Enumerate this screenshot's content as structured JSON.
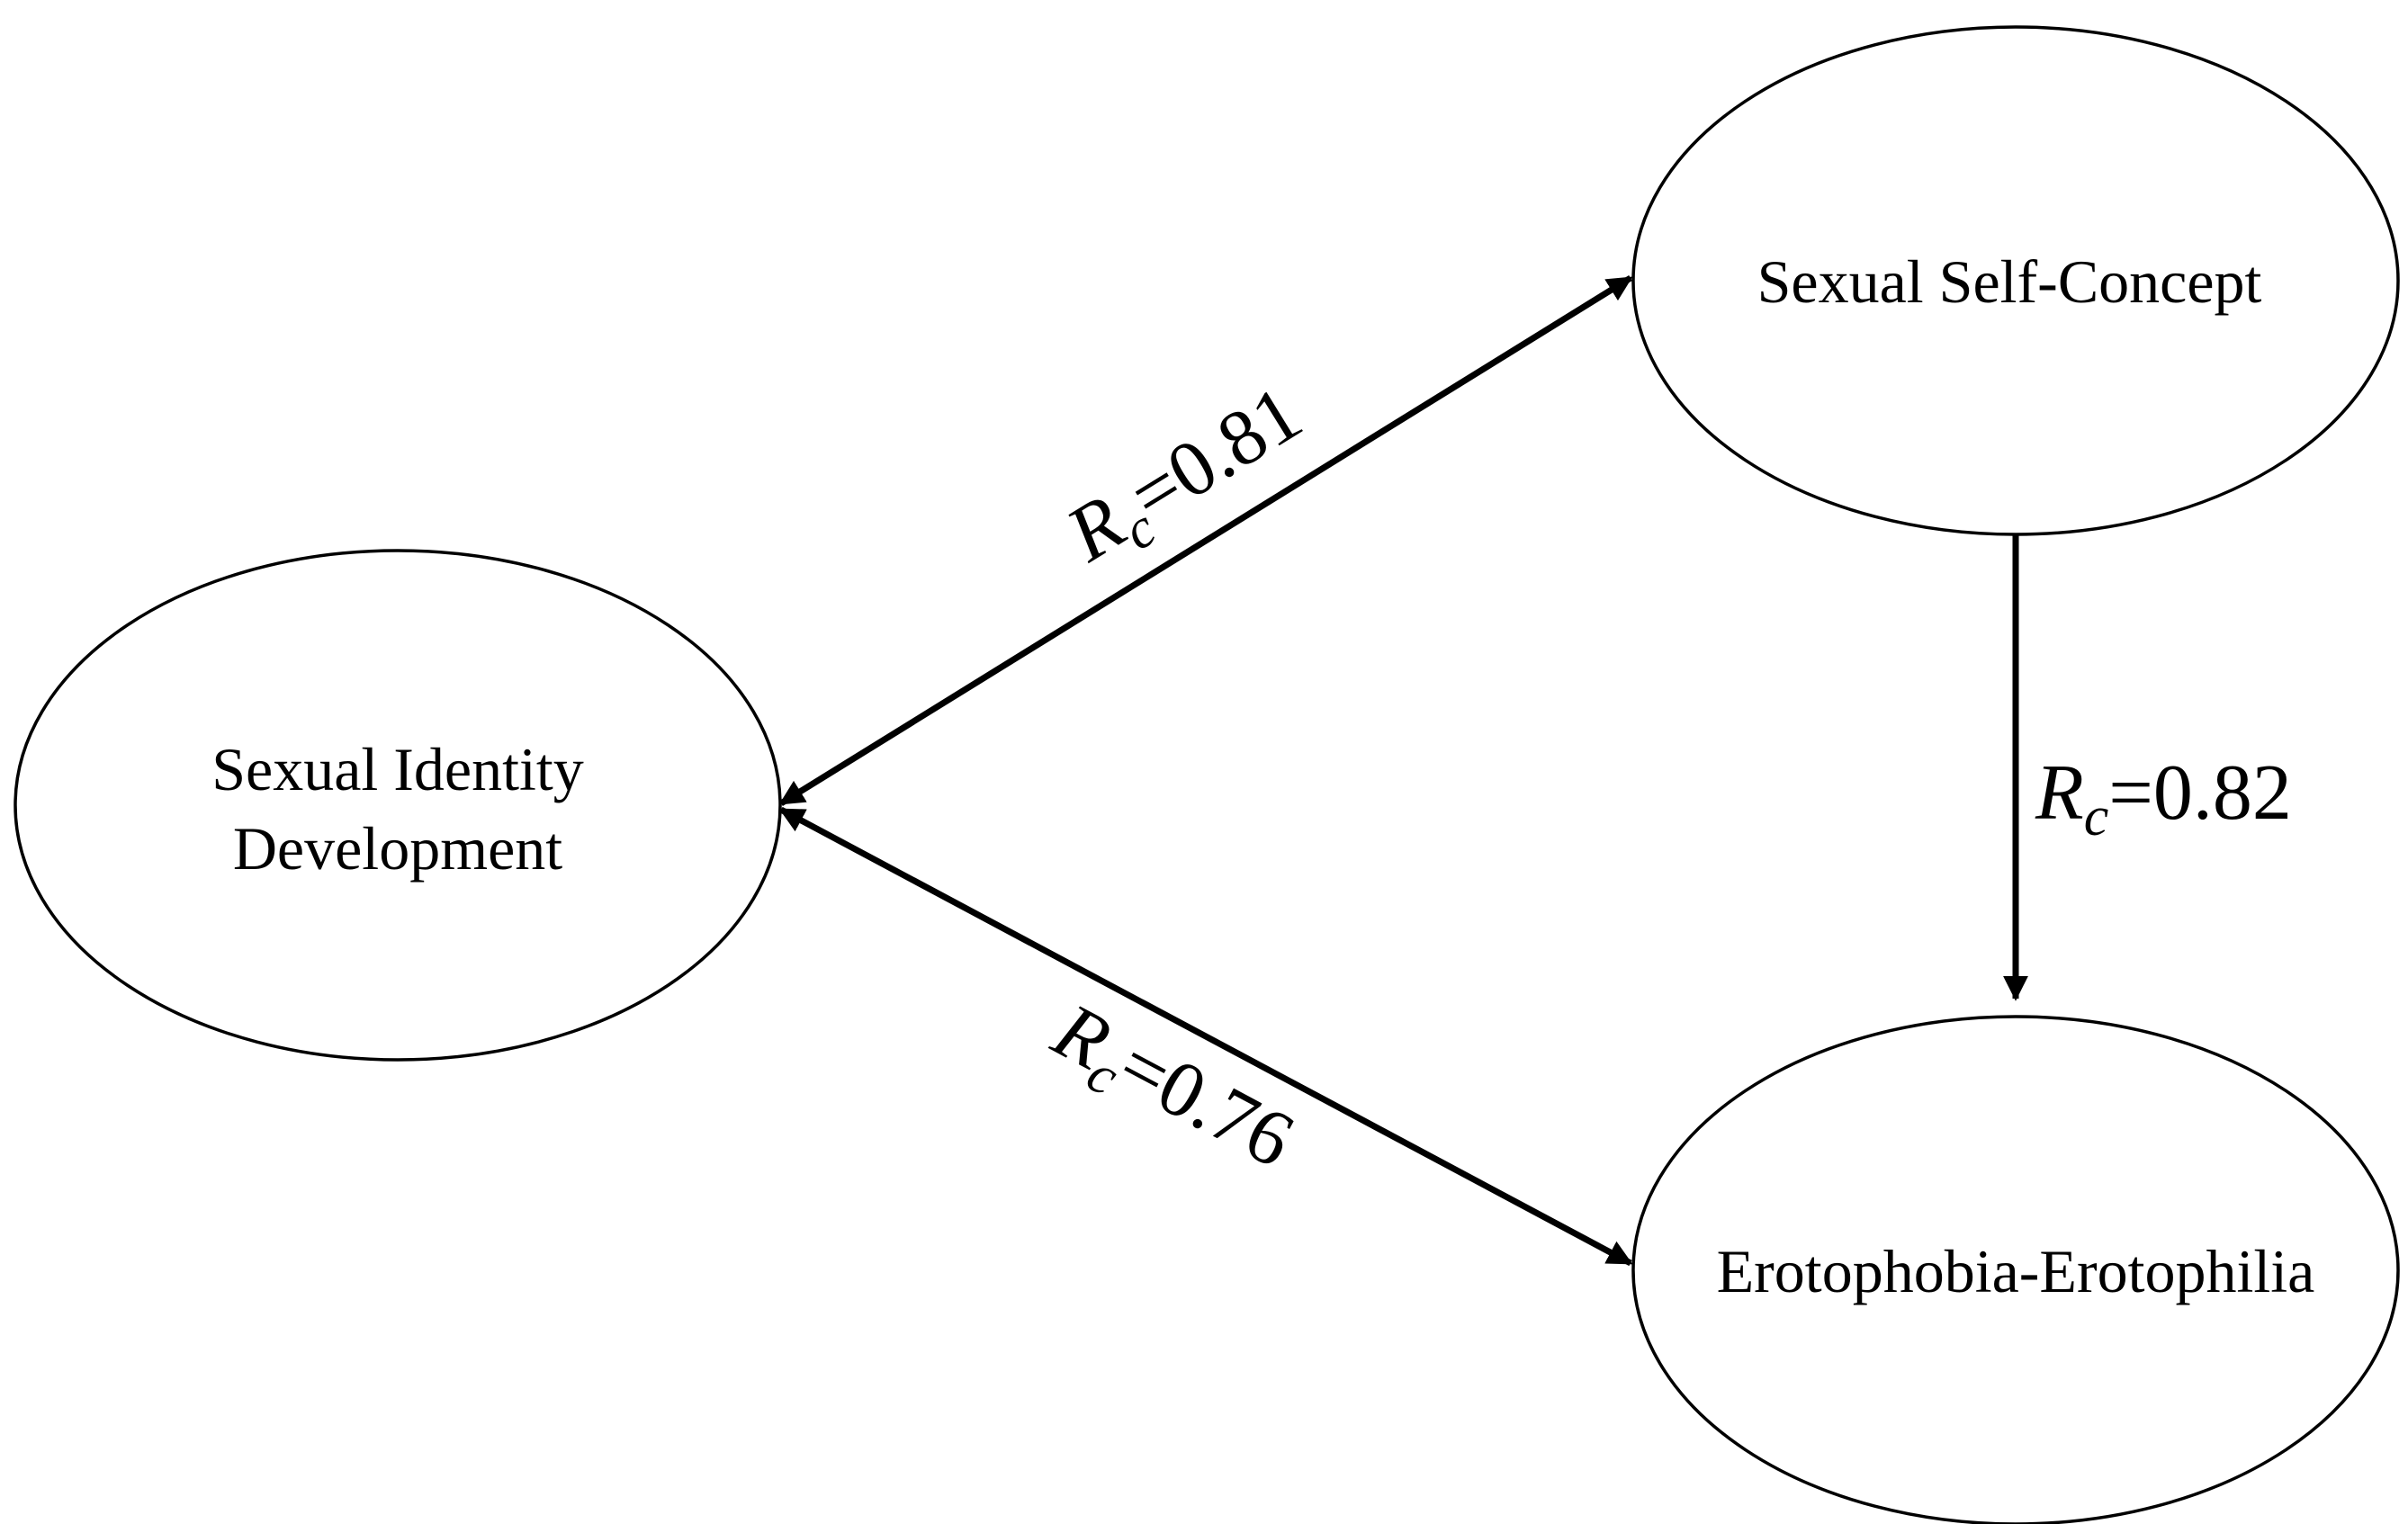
{
  "nodes": {
    "sexual_identity": {
      "label_line1": "Sexual Identity",
      "label_line2": "Development"
    },
    "self_concept": {
      "label": "Sexual Self-Concept"
    },
    "erotophobia": {
      "label": "Erotophobia-Erotophilia"
    }
  },
  "edges": {
    "identity_self_concept": {
      "symbol": "R",
      "subscript": "c",
      "value": "=0.81"
    },
    "identity_erotophobia": {
      "symbol": "R",
      "subscript": "c",
      "value": "=0.76"
    },
    "self_concept_erotophobia": {
      "symbol": "R",
      "subscript": "c",
      "value": "=0.82"
    }
  },
  "colors": {
    "stroke": "#000000",
    "background": "#ffffff"
  }
}
